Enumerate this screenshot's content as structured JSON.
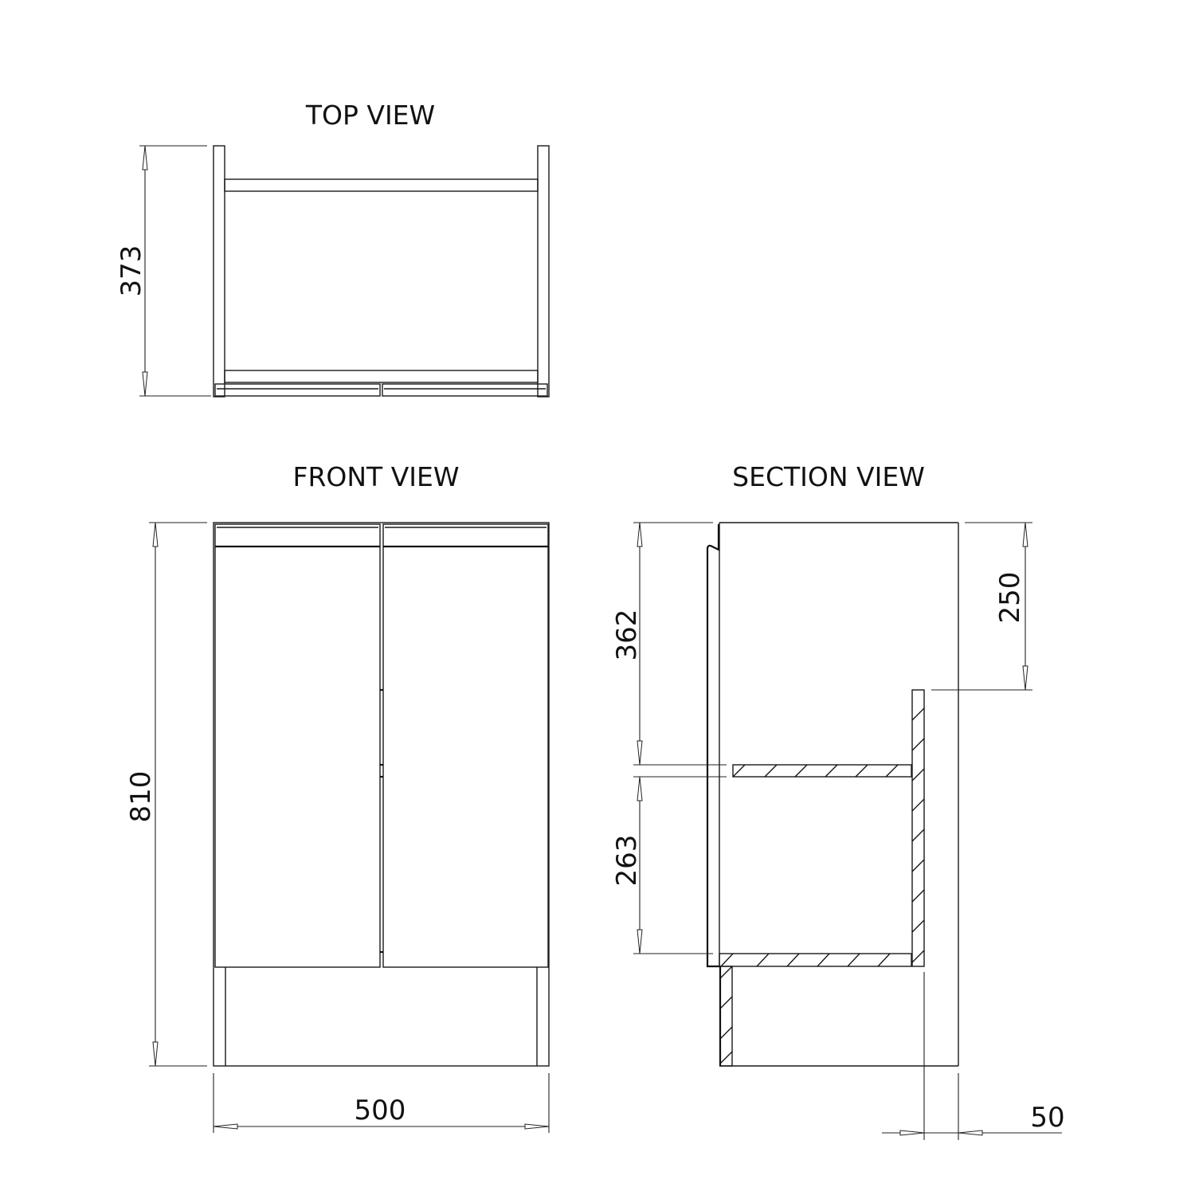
{
  "views": {
    "top": {
      "title": "TOP VIEW",
      "dimensions": {
        "depth": "373"
      }
    },
    "front": {
      "title": "FRONT VIEW",
      "dimensions": {
        "height": "810",
        "width": "500"
      }
    },
    "section": {
      "title": "SECTION VIEW",
      "dimensions": {
        "upper_opening": "362",
        "lower_opening": "263",
        "rear_cutout": "250",
        "rear_setback": "50"
      }
    }
  },
  "colors": {
    "line": "#111111",
    "background": "#ffffff"
  }
}
